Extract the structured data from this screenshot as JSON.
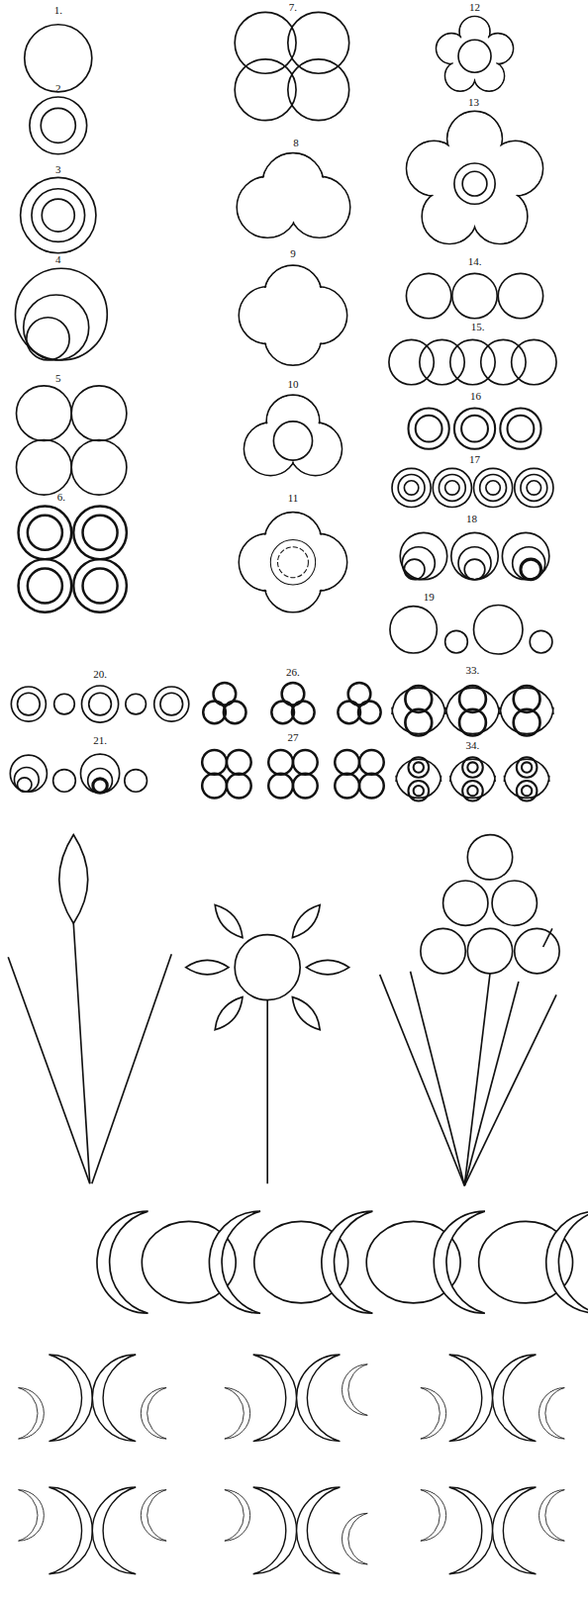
{
  "diagram": {
    "labels": [
      "1.",
      "2",
      "3",
      "4",
      "5",
      "6.",
      "7.",
      "8",
      "9",
      "10",
      "11",
      "12",
      "13",
      "14.",
      "15.",
      "16",
      "17",
      "18",
      "19",
      "20.",
      "21.",
      "26.",
      "27",
      "33.",
      "34."
    ]
  }
}
